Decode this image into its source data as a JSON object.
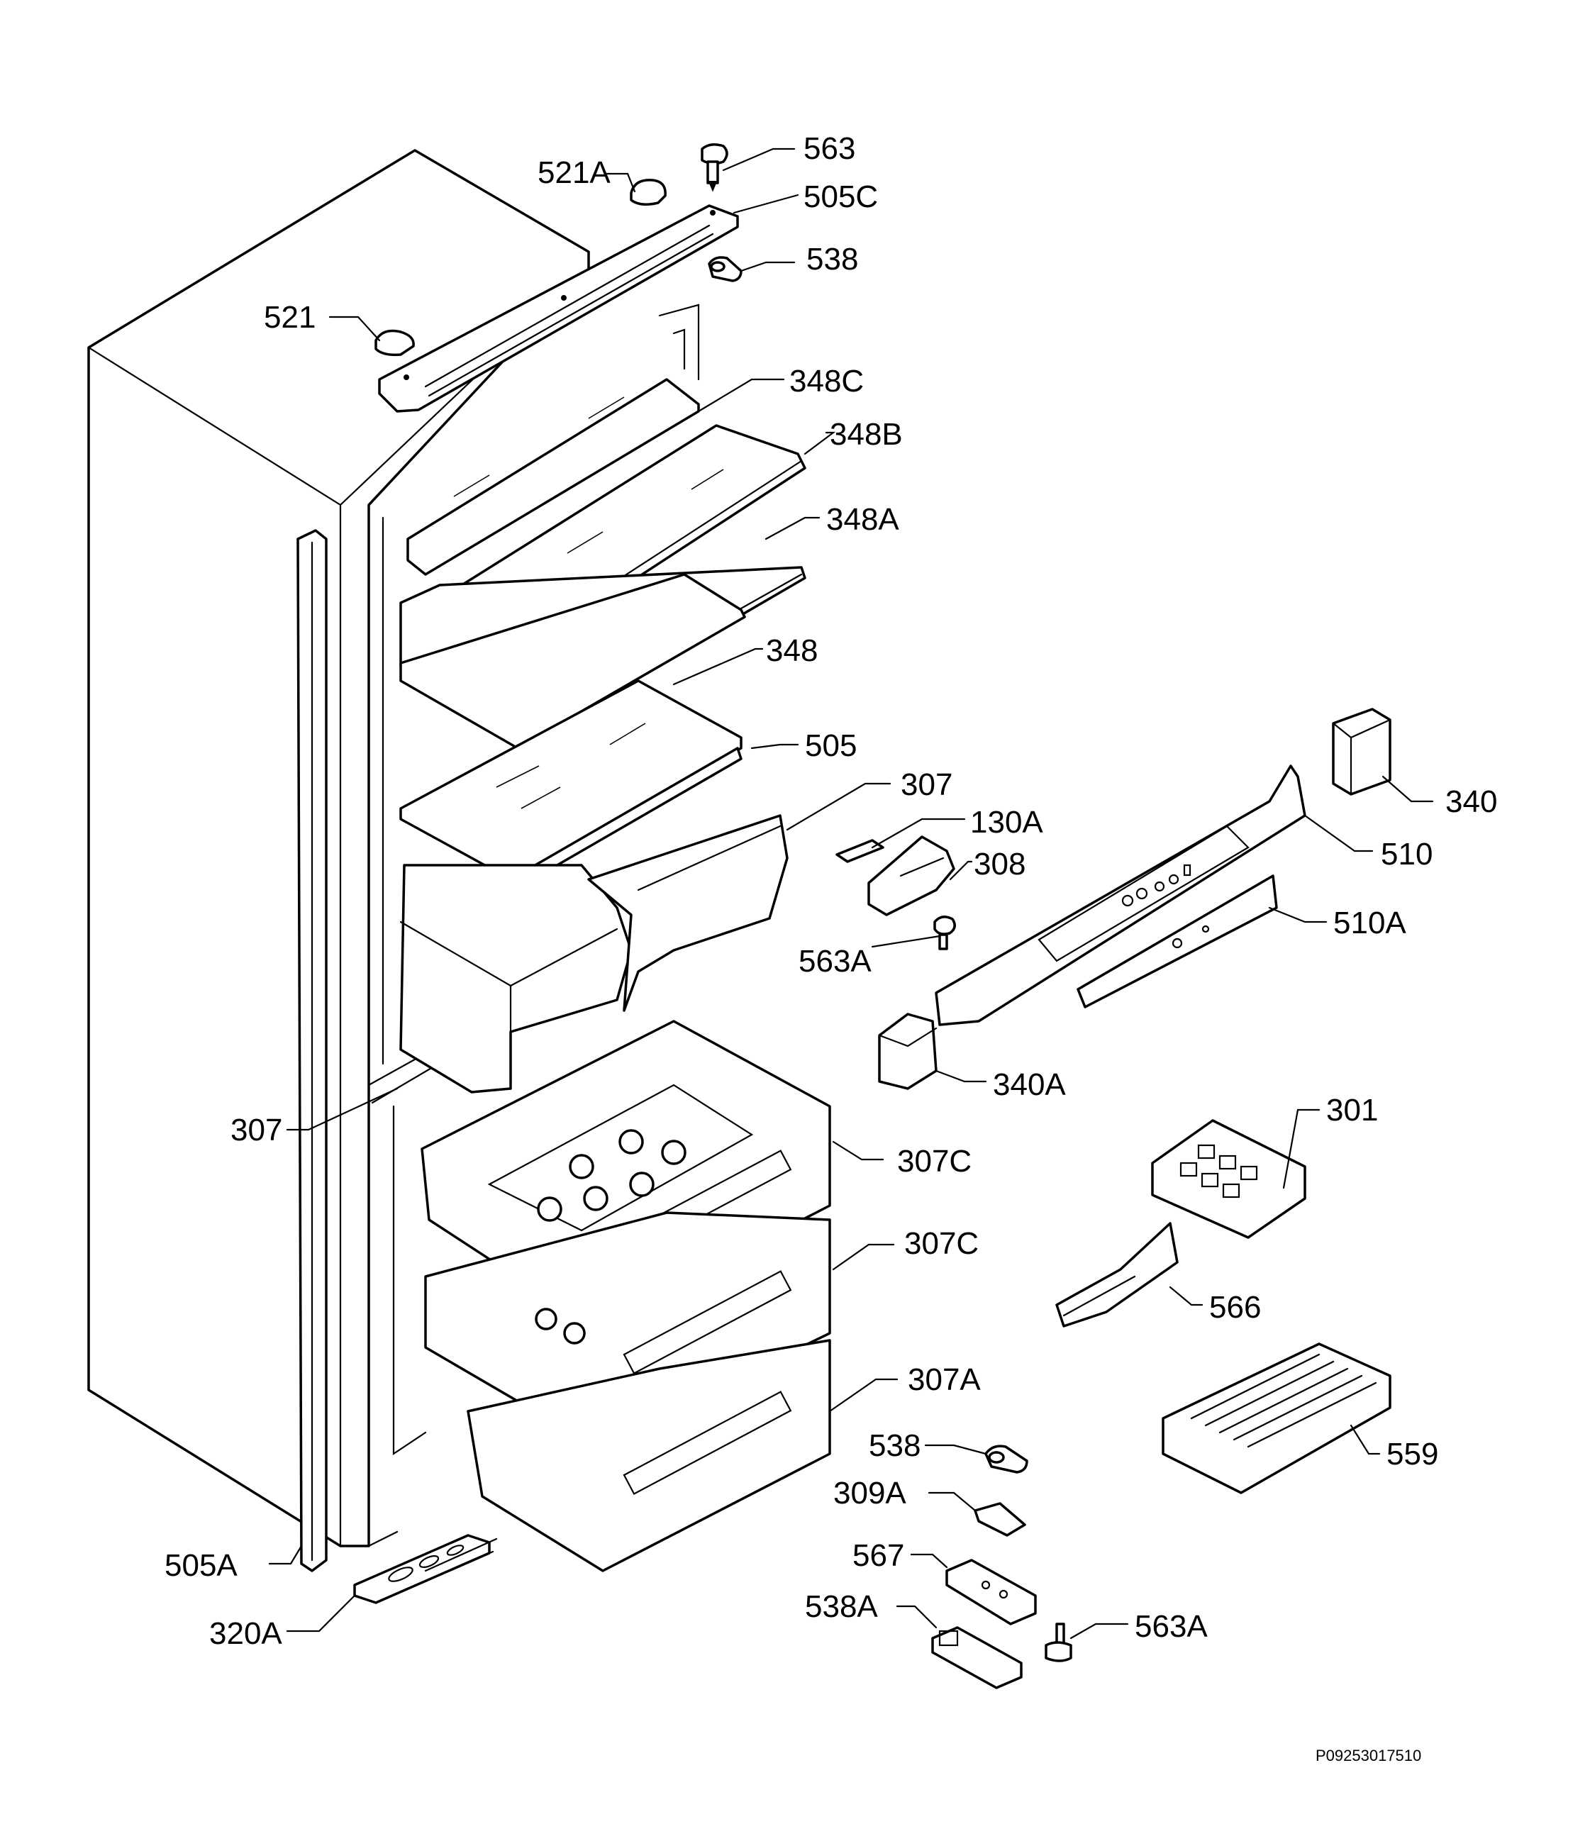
{
  "labels": {
    "l563": "563",
    "l521a": "521A",
    "l505c": "505C",
    "l538_top": "538",
    "l521": "521",
    "l348c": "348C",
    "l348b": "348B",
    "l348a": "348A",
    "l348": "348",
    "l505": "505",
    "l307_top": "307",
    "l130a": "130A",
    "l308": "308",
    "l563a_mid": "563A",
    "l340": "340",
    "l510": "510",
    "l510a": "510A",
    "l340a": "340A",
    "l307_left": "307",
    "l307c_1": "307C",
    "l307c_2": "307C",
    "l307a": "307A",
    "l301": "301",
    "l566": "566",
    "l559": "559",
    "l538_bot": "538",
    "l309a": "309A",
    "l567": "567",
    "l538a": "538A",
    "l563a_bot": "563A",
    "l505a": "505A",
    "l320a": "320A"
  },
  "reference_code": "P09253017510"
}
